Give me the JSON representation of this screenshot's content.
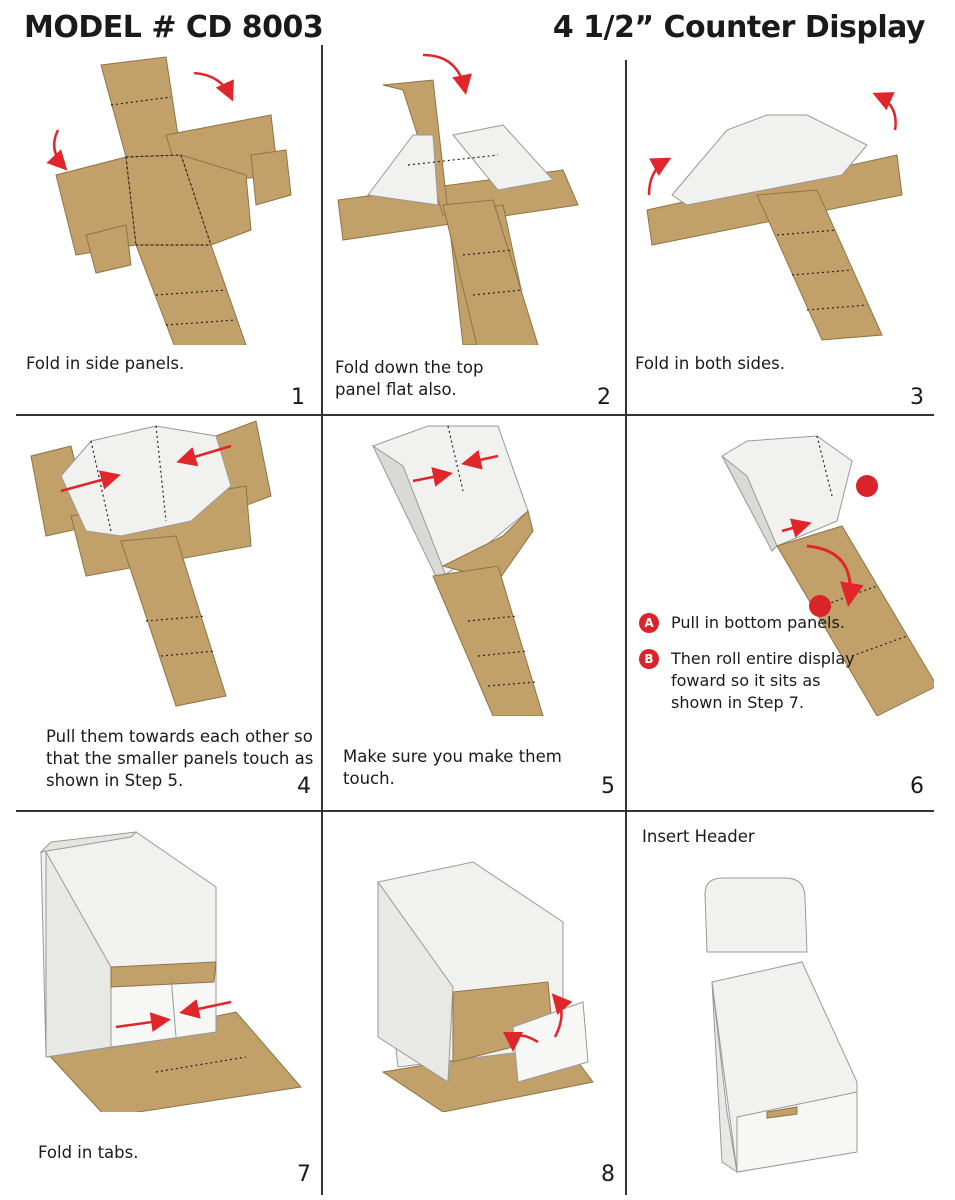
{
  "header": {
    "model": "MODEL # CD 8003",
    "product": "4 1/2” Counter Display"
  },
  "steps": [
    {
      "caption": "Fold in side panels.",
      "number": "1"
    },
    {
      "caption": "Fold down the top panel flat also.",
      "number": "2"
    },
    {
      "caption": "Fold in both sides.",
      "number": "3"
    },
    {
      "caption": "Pull them towards each other so that the smaller panels touch as shown in Step 5.",
      "number": "4"
    },
    {
      "caption": "Make sure you make them touch.",
      "number": "5"
    },
    {
      "caption": "",
      "number": "6"
    },
    {
      "caption": "Fold in tabs.",
      "number": "7"
    },
    {
      "caption": "",
      "number": "8"
    },
    {
      "caption": "Insert Header",
      "number": ""
    }
  ],
  "step6_notes": [
    {
      "badge": "A",
      "text": "Pull in bottom panels."
    },
    {
      "badge": "B",
      "text": "Then roll entire display foward so it sits as shown in Step 7."
    }
  ],
  "colors": {
    "cardboard": "#c2a06a",
    "cardboard_dark": "#a98950",
    "white_panel": "#f1f1ef",
    "arrow": "#e0262b"
  }
}
